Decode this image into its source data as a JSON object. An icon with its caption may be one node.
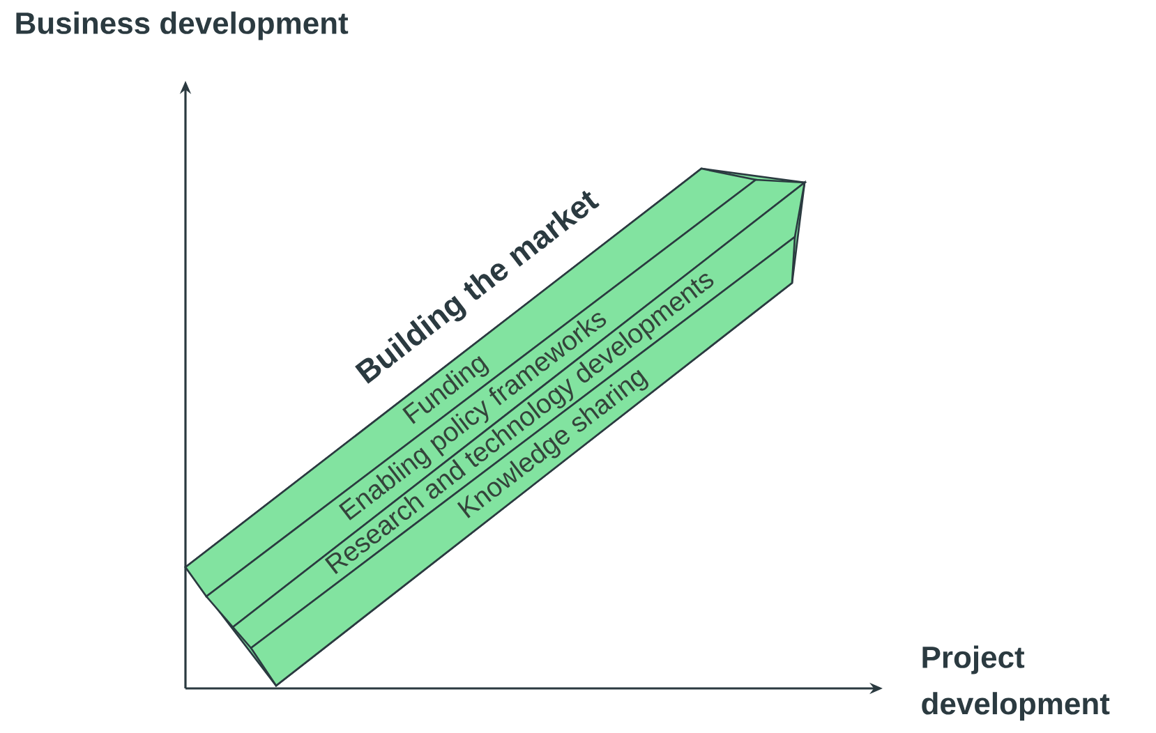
{
  "diagram": {
    "nodes": [
      {
        "text": [
          "Building the market"
        ]
      },
      {
        "text": [
          "Funding"
        ],
        "in": 0
      },
      {
        "text": [
          "Enabling policy frameworks"
        ],
        "in": 0
      },
      {
        "text": [
          "Research and technology developments"
        ],
        "in": 0
      },
      {
        "text": [
          "Knowledge sharing"
        ],
        "in": 0
      }
    ],
    "labels": [
      "Business development",
      "Project development"
    ]
  }
}
